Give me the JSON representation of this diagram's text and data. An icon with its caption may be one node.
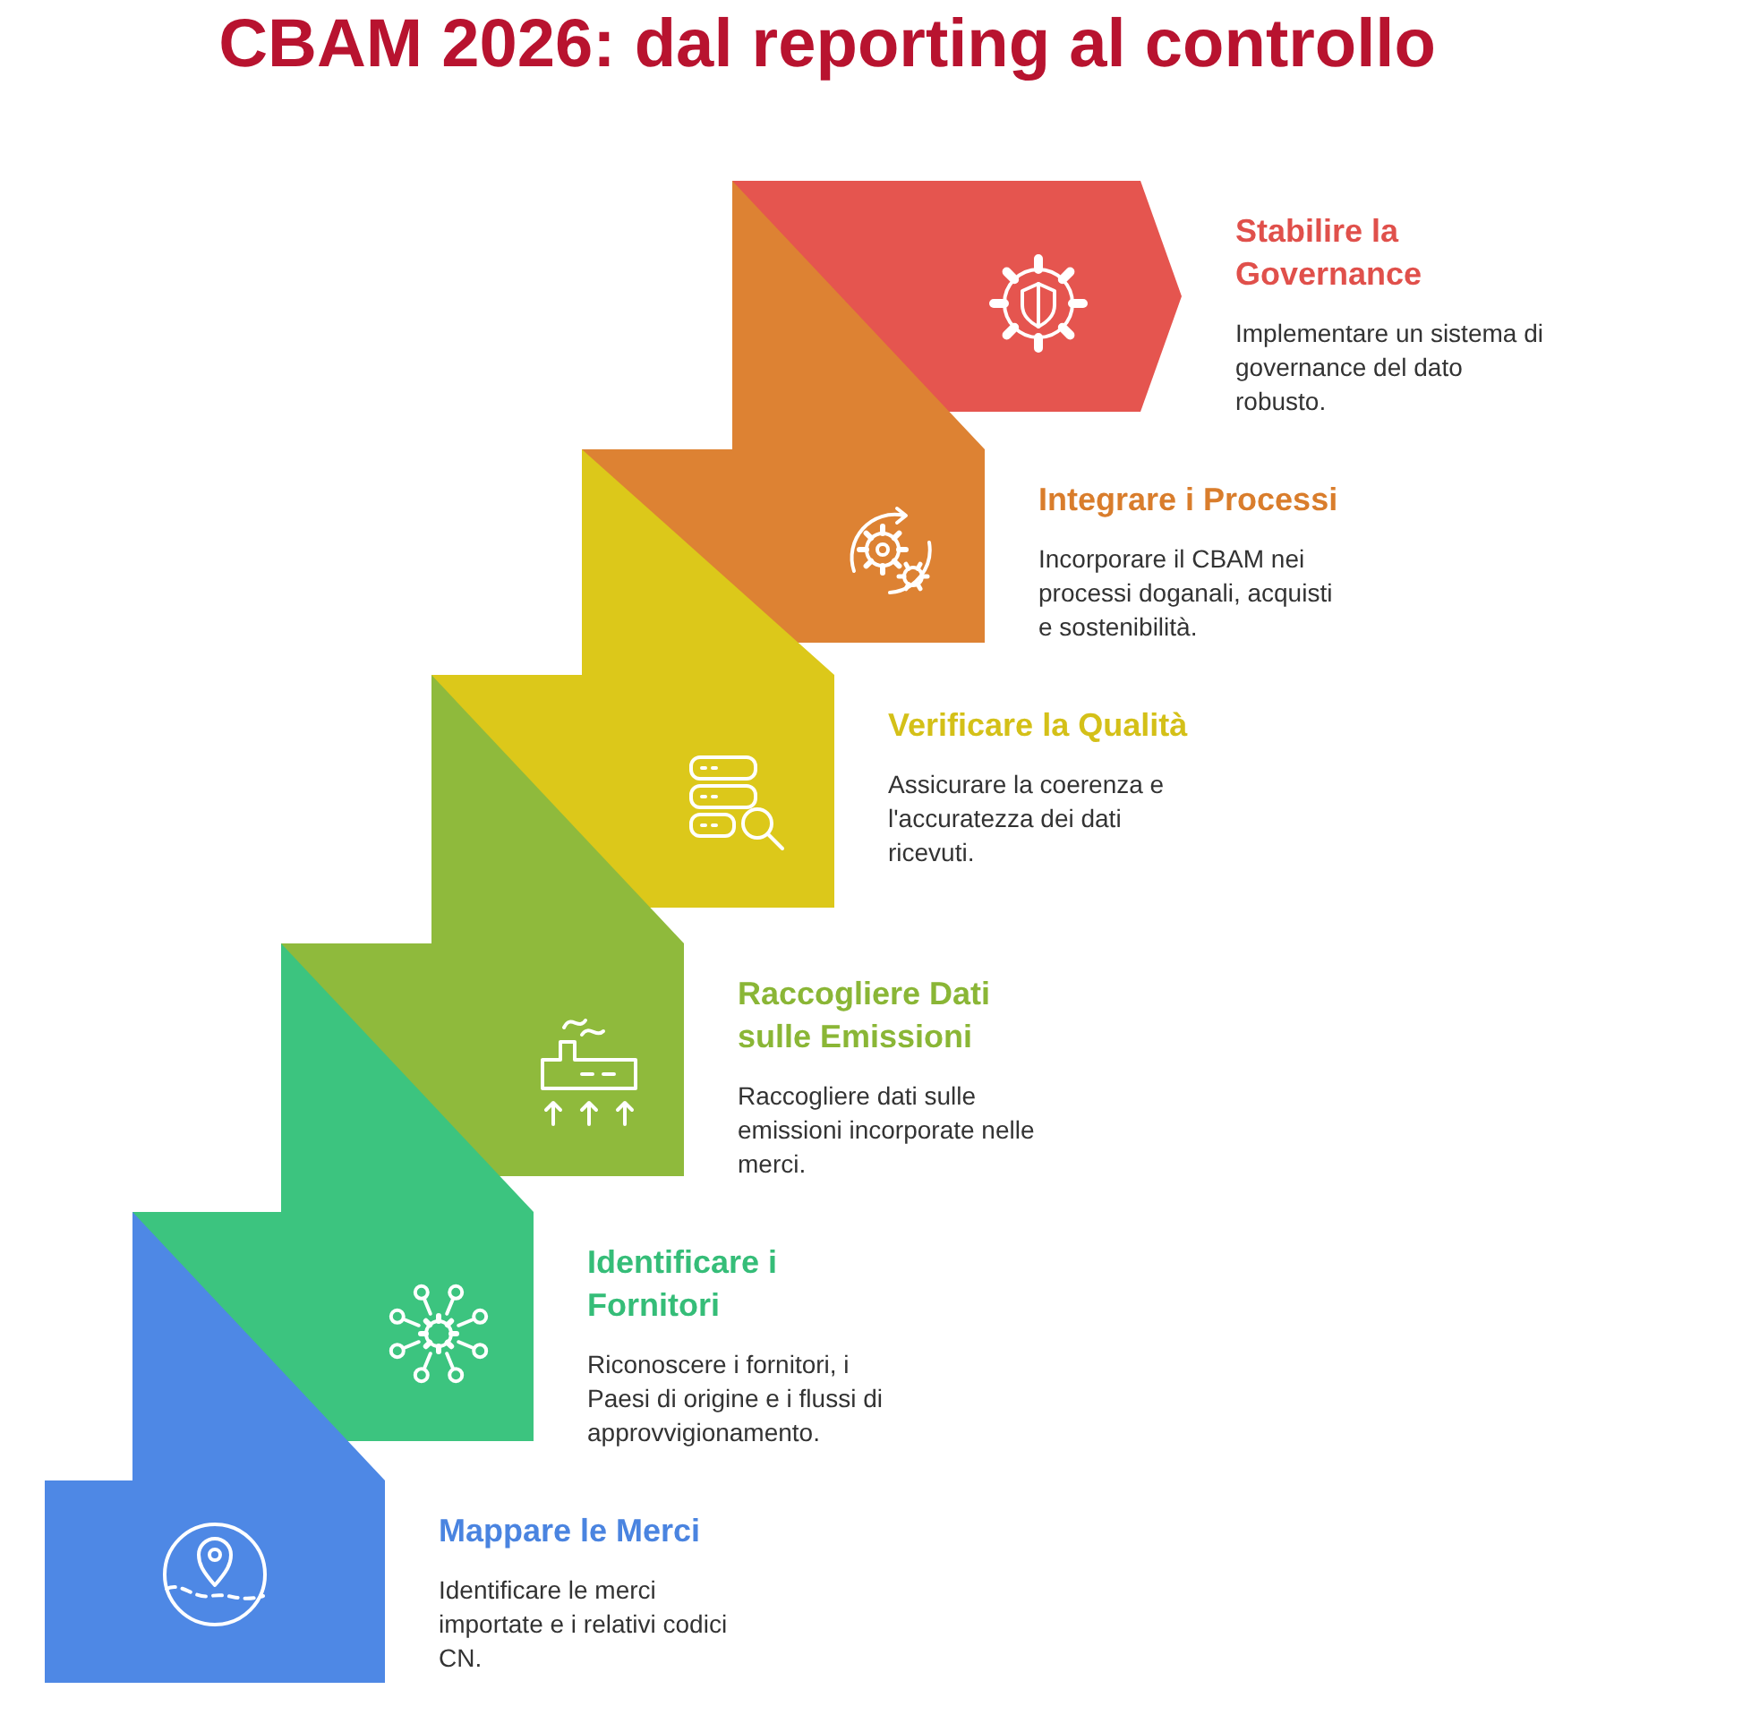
{
  "diagram": {
    "title": "CBAM 2026: dal reporting al controllo",
    "nodes": [
      {
        "text": [
          "Stabilire la Governance",
          "Implementare un sistema di governance del dato robusto."
        ]
      },
      {
        "text": [
          "Integrare i Processi",
          "Incorporare il CBAM nei processi doganali, acquisti e sostenibilità."
        ]
      },
      {
        "text": [
          "Verificare la Qualità",
          "Assicurare la coerenza e l'accuratezza dei dati ricevuti."
        ]
      },
      {
        "text": [
          "Raccogliere Dati sulle Emissioni",
          "Raccogliere dati sulle emissioni incorporate nelle merci."
        ]
      },
      {
        "text": [
          "Identificare i Fornitori",
          "Riconoscere i fornitori, i Paesi di origine e i flussi di approvvigionamento."
        ]
      },
      {
        "text": [
          "Mappare le Merci",
          "Identificare le merci importate e i relativi codici CN."
        ]
      }
    ],
    "edges": []
  }
}
